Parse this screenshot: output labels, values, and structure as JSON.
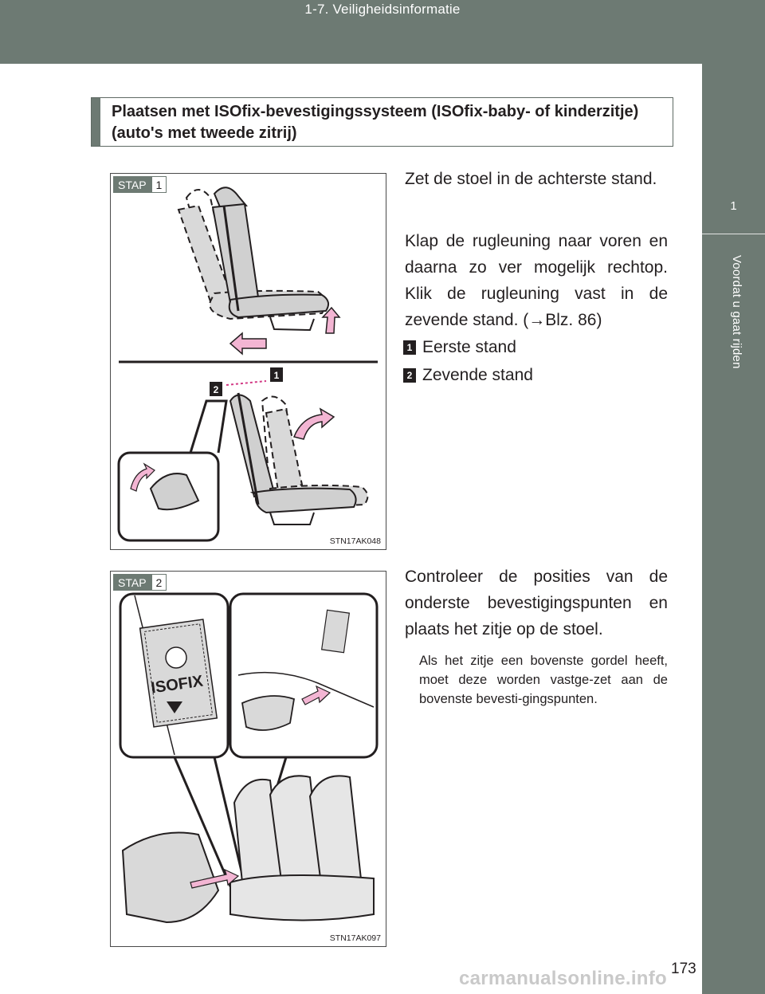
{
  "header": {
    "section": "1-7. Veiligheidsinformatie"
  },
  "side_tab": {
    "chapter_number": "1",
    "chapter_name": "Voordat u gaat rijden"
  },
  "heading": "Plaatsen met ISOfix-bevestigingssysteem (ISOfix-baby- of kinderzitje) (auto's met tweede zitrij)",
  "step1": {
    "label": "STAP",
    "number": "1",
    "figure_code": "STN17AK048",
    "callout_1": "1",
    "callout_2": "2",
    "text_1": "Zet de stoel in de achterste stand.",
    "text_2": "Klap de rugleuning naar voren en daarna zo ver mogelijk rechtop. Klik de rugleuning vast in de zevende stand. (→Blz. 86)",
    "legend": [
      {
        "num": "1",
        "label": "Eerste stand"
      },
      {
        "num": "2",
        "label": "Zevende stand"
      }
    ]
  },
  "step2": {
    "label": "STAP",
    "number": "2",
    "figure_code": "STN17AK097",
    "isofix_label": "ISOFIX",
    "text": "Controleer de posities van de onderste bevestigingspunten en plaats het zitje op de stoel.",
    "note": "Als het zitje een bovenste gordel heeft, moet deze worden vastge-zet aan de bovenste bevesti-gingspunten."
  },
  "page_number": "173",
  "watermark": "carmanualsonline.info"
}
